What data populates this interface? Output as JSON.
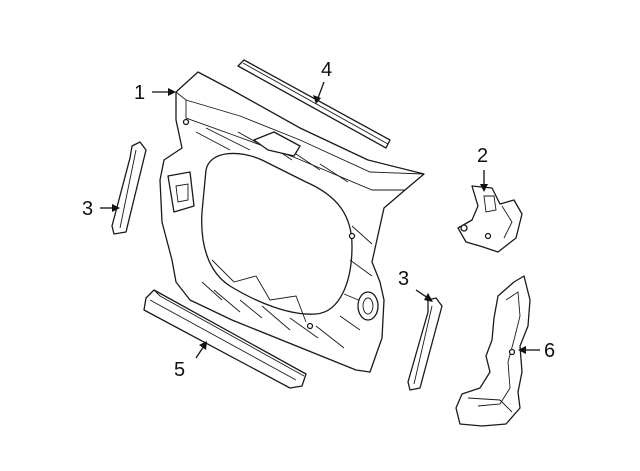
{
  "diagram": {
    "callouts": [
      {
        "id": "callout-1",
        "label": "1"
      },
      {
        "id": "callout-2",
        "label": "2"
      },
      {
        "id": "callout-3-left",
        "label": "3"
      },
      {
        "id": "callout-3-right",
        "label": "3"
      },
      {
        "id": "callout-4",
        "label": "4"
      },
      {
        "id": "callout-5",
        "label": "5"
      },
      {
        "id": "callout-6",
        "label": "6"
      }
    ]
  }
}
